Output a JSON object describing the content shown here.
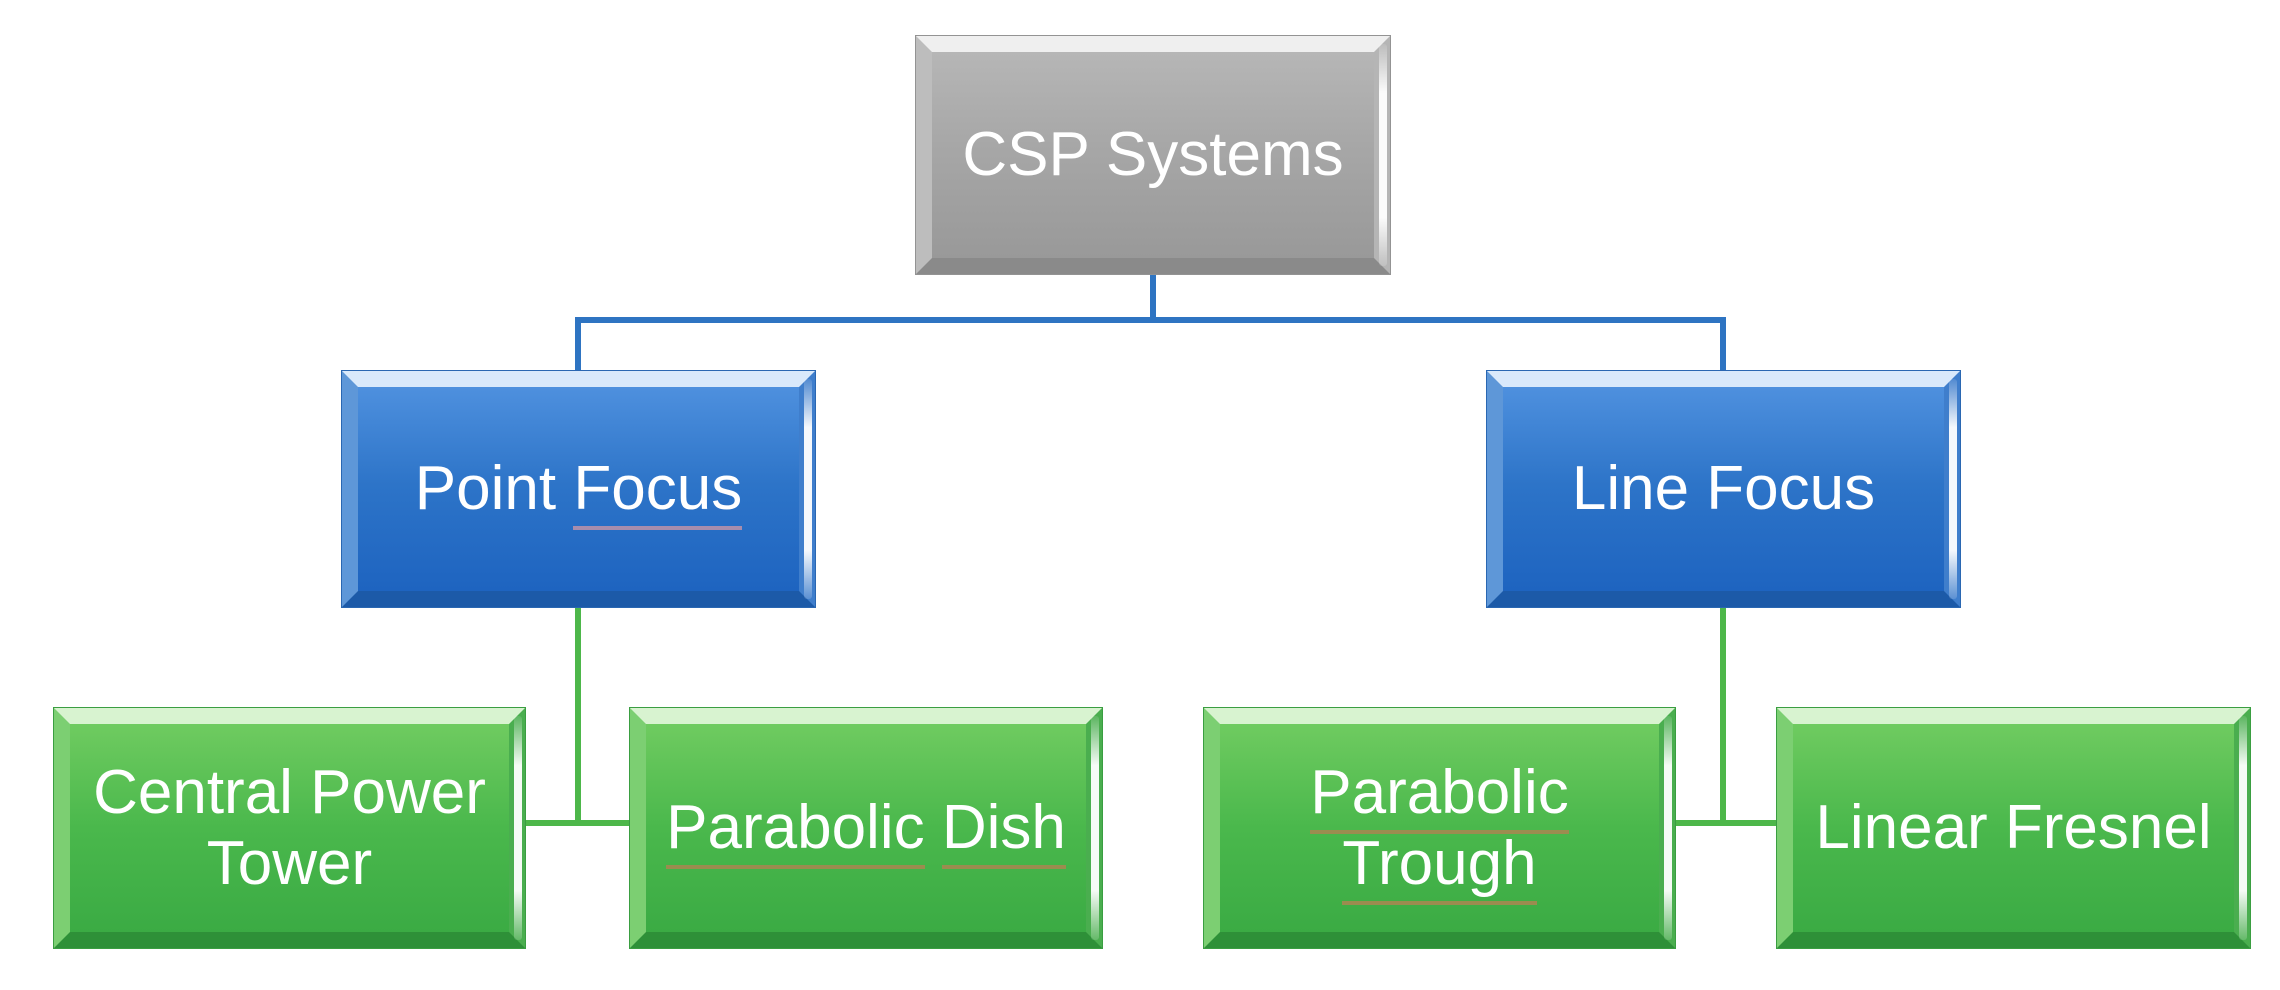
{
  "diagram": {
    "type": "hierarchy",
    "root_label": "CSP Systems",
    "nodes": {
      "csp": {
        "label": "CSP Systems",
        "level": 0,
        "fill": "gray"
      },
      "point_focus": {
        "w1": "Point",
        "w2": "Focus",
        "level": 1,
        "fill": "blue"
      },
      "line_focus": {
        "label": "Line Focus",
        "level": 1,
        "fill": "blue"
      },
      "central_power_tower": {
        "label": "Central Power Tower",
        "level": 2,
        "fill": "green"
      },
      "parabolic_dish": {
        "w1": "Parabolic",
        "w2": "Dish",
        "level": 2,
        "fill": "green"
      },
      "parabolic_trough": {
        "w1": "Parabolic",
        "w2": "Trough",
        "level": 2,
        "fill": "green"
      },
      "linear_fresnel": {
        "label": "Linear Fresnel",
        "level": 2,
        "fill": "green"
      }
    },
    "edges": [
      [
        "CSP Systems",
        "Point Focus"
      ],
      [
        "CSP Systems",
        "Line Focus"
      ],
      [
        "Point Focus",
        "Central Power Tower"
      ],
      [
        "Point Focus",
        "Parabolic Dish"
      ],
      [
        "Line Focus",
        "Parabolic Trough"
      ],
      [
        "Line Focus",
        "Linear Fresnel"
      ]
    ],
    "colors": {
      "gray_fill": "#A7A7A7",
      "blue_fill": "#2D74C8",
      "green_fill": "#4AB84C",
      "blue_connector": "#2E74C2",
      "green_connector": "#4DB74A",
      "text": "#FFFFFF",
      "underline_tan": "#A08A50",
      "underline_pink": "#BE93A8",
      "background": "#FFFFFF"
    }
  }
}
